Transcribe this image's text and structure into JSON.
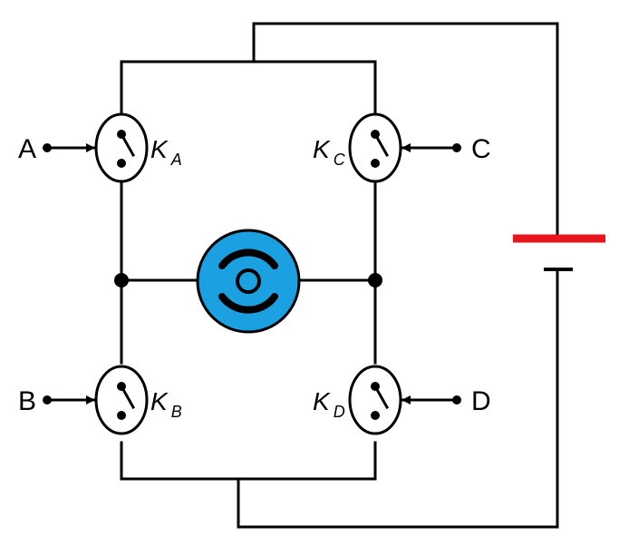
{
  "terminals": {
    "a": "A",
    "b": "B",
    "c": "C",
    "d": "D"
  },
  "switches": {
    "ka": {
      "label": "K",
      "sub": "A"
    },
    "kb": {
      "label": "K",
      "sub": "B"
    },
    "kc": {
      "label": "K",
      "sub": "C"
    },
    "kd": {
      "label": "K",
      "sub": "D"
    }
  },
  "colors": {
    "motor_fill": "#1ba1e2",
    "battery_positive": "#e8141b",
    "wire": "#000000"
  },
  "icons": {
    "motor": "motor-icon",
    "battery": "battery-icon",
    "switch": "switch-icon"
  }
}
